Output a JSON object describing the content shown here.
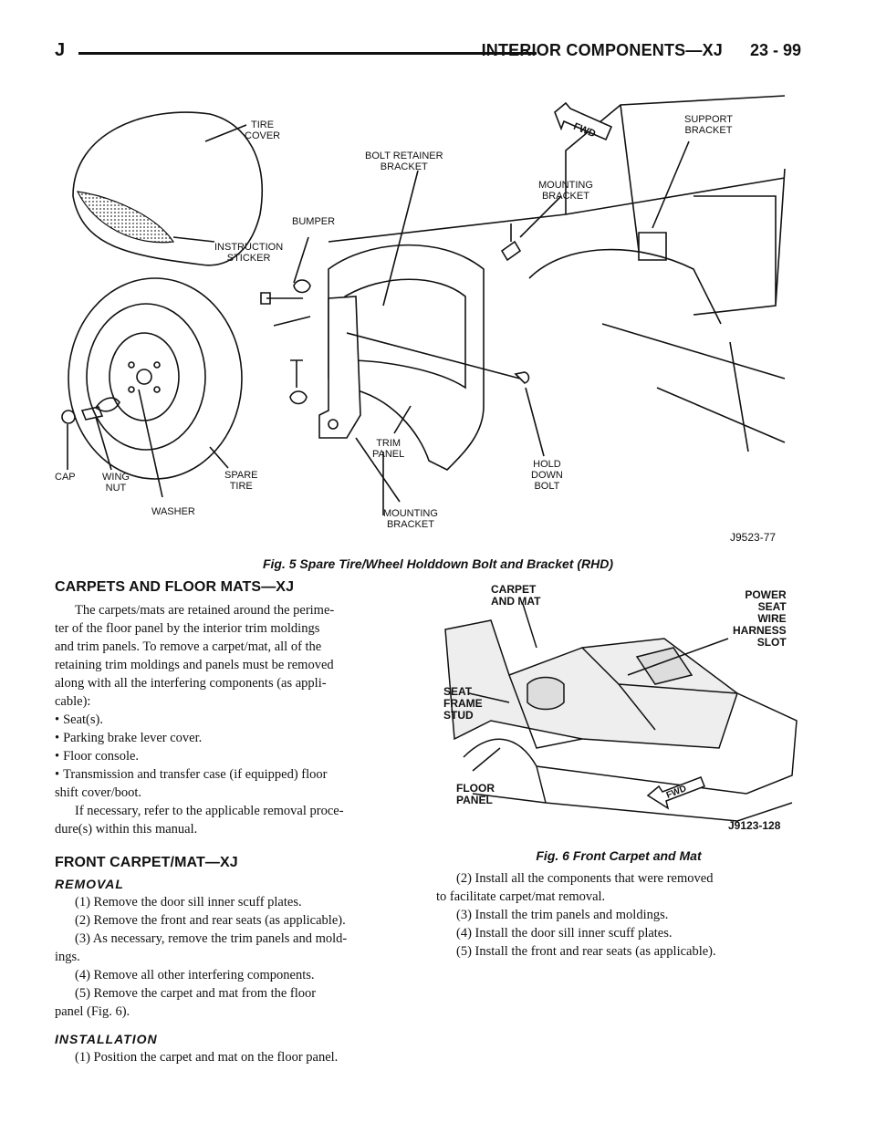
{
  "header": {
    "letter": "J",
    "section_title": "INTERIOR COMPONENTS—XJ",
    "page_number": "23 - 99"
  },
  "figure5": {
    "caption": "Fig. 5 Spare Tire/Wheel Holddown Bolt and Bracket (RHD)",
    "code": "J9523-77",
    "labels": {
      "tire_cover": [
        "TIRE",
        "COVER"
      ],
      "bolt_retainer": [
        "BOLT RETAINER",
        "BRACKET"
      ],
      "fwd": "FWD",
      "support_bracket": [
        "SUPPORT",
        "BRACKET"
      ],
      "mounting_bracket_top": [
        "MOUNTING",
        "BRACKET"
      ],
      "bumper": "BUMPER",
      "instruction_sticker": [
        "INSTRUCTION",
        "STICKER"
      ],
      "cap": "CAP",
      "wing_nut": [
        "WING",
        "NUT"
      ],
      "spare_tire": [
        "SPARE",
        "TIRE"
      ],
      "washer": "WASHER",
      "trim_panel": [
        "TRIM",
        "PANEL"
      ],
      "hold_down_bolt": [
        "HOLD",
        "DOWN",
        "BOLT"
      ],
      "mounting_bracket_bottom": [
        "MOUNTING",
        "BRACKET"
      ]
    }
  },
  "figure6": {
    "caption": "Fig. 6 Front Carpet and Mat",
    "code": "J9123-128",
    "labels": {
      "carpet_and_mat": [
        "CARPET",
        "AND MAT"
      ],
      "power_seat": [
        "POWER",
        "SEAT",
        "WIRE",
        "HARNESS",
        "SLOT"
      ],
      "seat_frame_stud": [
        "SEAT",
        "FRAME",
        "STUD"
      ],
      "floor_panel": [
        "FLOOR",
        "PANEL"
      ],
      "fwd": "FWD"
    }
  },
  "carpets": {
    "heading": "CARPETS AND FLOOR MATS—XJ",
    "intro_lines": [
      "The carpets/mats are retained around the perime-",
      "ter of the floor panel by the interior trim moldings",
      "and trim panels. To remove a carpet/mat, all of the",
      "retaining trim moldings and panels must be removed",
      "along with all the interfering components (as appli-",
      "cable):"
    ],
    "bullets": [
      "Seat(s).",
      "Parking brake lever cover.",
      "Floor console.",
      "Transmission and transfer case (if equipped) floor"
    ],
    "bullet_cont": "shift cover/boot.",
    "refer_lines": [
      "If necessary, refer to the applicable removal proce-",
      "dure(s) within this manual."
    ]
  },
  "front_carpet": {
    "heading": "FRONT CARPET/MAT—XJ",
    "removal_heading": "REMOVAL",
    "removal_steps": [
      "(1) Remove the door sill inner scuff plates.",
      "(2) Remove the front and rear seats (as applicable).",
      "(3) As necessary, remove the trim panels and mold-",
      "(4) Remove all other interfering components.",
      "(5) Remove the carpet and mat from the floor"
    ],
    "removal_cont": {
      "step3": "ings.",
      "step5": "panel (Fig. 6)."
    },
    "installation_heading": "INSTALLATION",
    "installation_steps_left": [
      "(1) Position the carpet and mat on the floor panel."
    ],
    "installation_steps_right": [
      "(2) Install all the components that were removed",
      "(3) Install the trim panels and moldings.",
      "(4) Install the door sill inner scuff plates.",
      "(5) Install the front and rear seats (as applicable)."
    ],
    "installation_cont": {
      "step2": "to facilitate carpet/mat removal."
    }
  }
}
